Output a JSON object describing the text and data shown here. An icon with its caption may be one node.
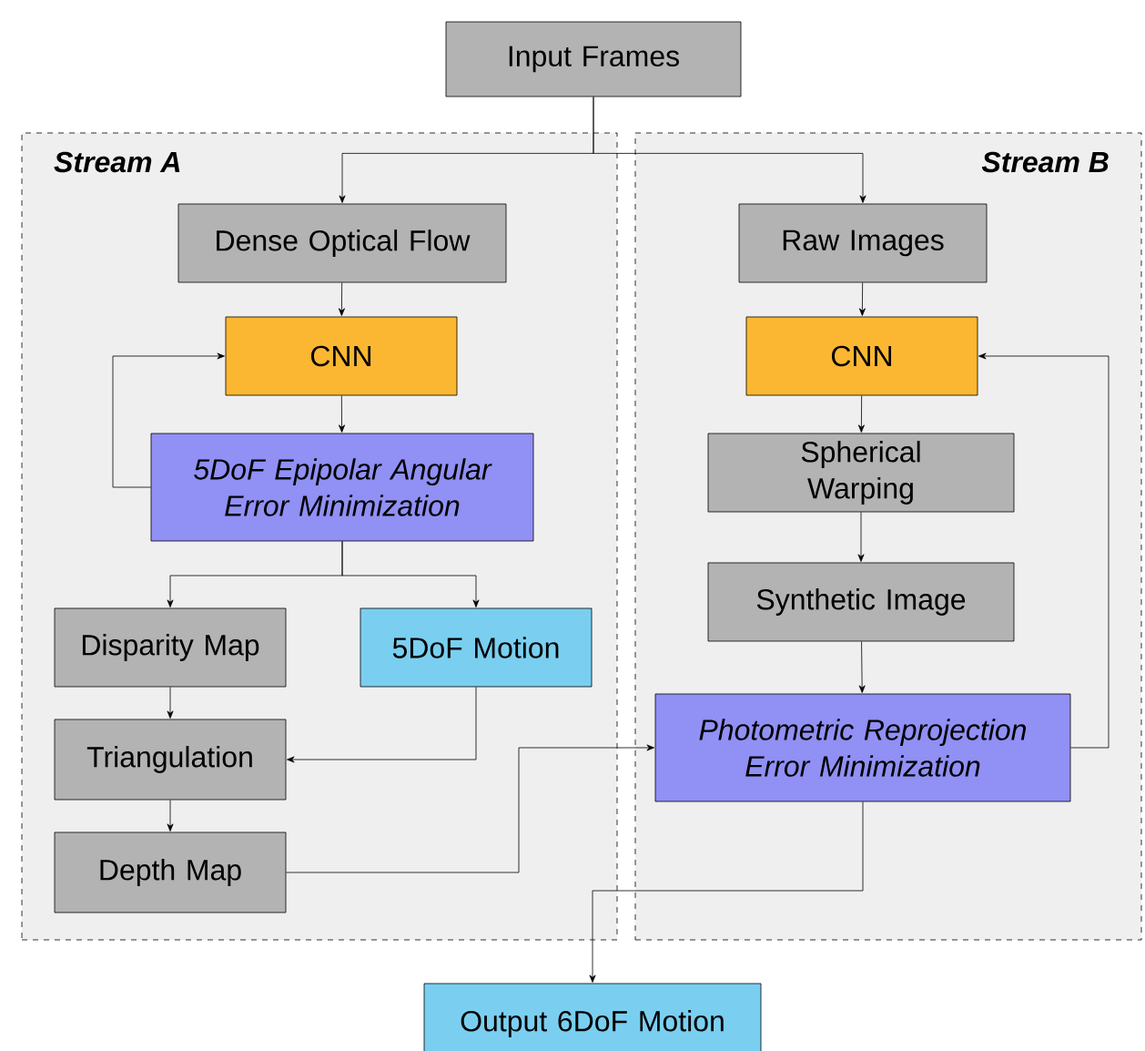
{
  "diagram": {
    "nodes": [
      {
        "text": [
          "Input Frames"
        ]
      },
      {
        "text": [
          "Stream A"
        ]
      },
      {
        "text": [
          "Stream B"
        ]
      },
      {
        "text": [
          "Dense Optical Flow"
        ],
        "in": 1
      },
      {
        "text": [
          "CNN"
        ],
        "in": 1
      },
      {
        "text": [
          "5DoF Epipolar Angular Error Minimization"
        ],
        "in": 1
      },
      {
        "text": [
          "Disparity Map"
        ],
        "in": 1
      },
      {
        "text": [
          "5DoF Motion"
        ],
        "in": 1
      },
      {
        "text": [
          "Triangulation"
        ],
        "in": 1
      },
      {
        "text": [
          "Depth Map"
        ],
        "in": 1
      },
      {
        "text": [
          "Raw Images"
        ],
        "in": 2
      },
      {
        "text": [
          "CNN"
        ],
        "in": 2
      },
      {
        "text": [
          "Spherical Warping"
        ],
        "in": 2
      },
      {
        "text": [
          "Synthetic Image"
        ],
        "in": 2
      },
      {
        "text": [
          "Photometric Reprojection Error Minimization"
        ],
        "in": 2
      },
      {
        "text": [
          "Output 6DoF Motion"
        ]
      }
    ],
    "edges": [
      {
        "from": 0,
        "to": 3,
        "arrow": "to"
      },
      {
        "from": 0,
        "to": 10,
        "arrow": "to"
      },
      {
        "from": 3,
        "to": 4,
        "arrow": "to"
      },
      {
        "from": 4,
        "to": 5,
        "arrow": "to"
      },
      {
        "from": 5,
        "to": 4,
        "arrow": "to"
      },
      {
        "from": 5,
        "to": 6,
        "arrow": "to"
      },
      {
        "from": 5,
        "to": 7,
        "arrow": "to"
      },
      {
        "from": 6,
        "to": 8,
        "arrow": "to"
      },
      {
        "from": 7,
        "to": 8,
        "arrow": "to"
      },
      {
        "from": 8,
        "to": 9,
        "arrow": "to"
      },
      {
        "from": 9,
        "to": 14,
        "arrow": "to"
      },
      {
        "from": 10,
        "to": 11,
        "arrow": "to"
      },
      {
        "from": 11,
        "to": 12,
        "arrow": "to"
      },
      {
        "from": 12,
        "to": 13,
        "arrow": "to"
      },
      {
        "from": 13,
        "to": 14,
        "arrow": "to"
      },
      {
        "from": 14,
        "to": 11,
        "arrow": "to"
      },
      {
        "from": 14,
        "to": 15,
        "arrow": "to"
      }
    ]
  }
}
